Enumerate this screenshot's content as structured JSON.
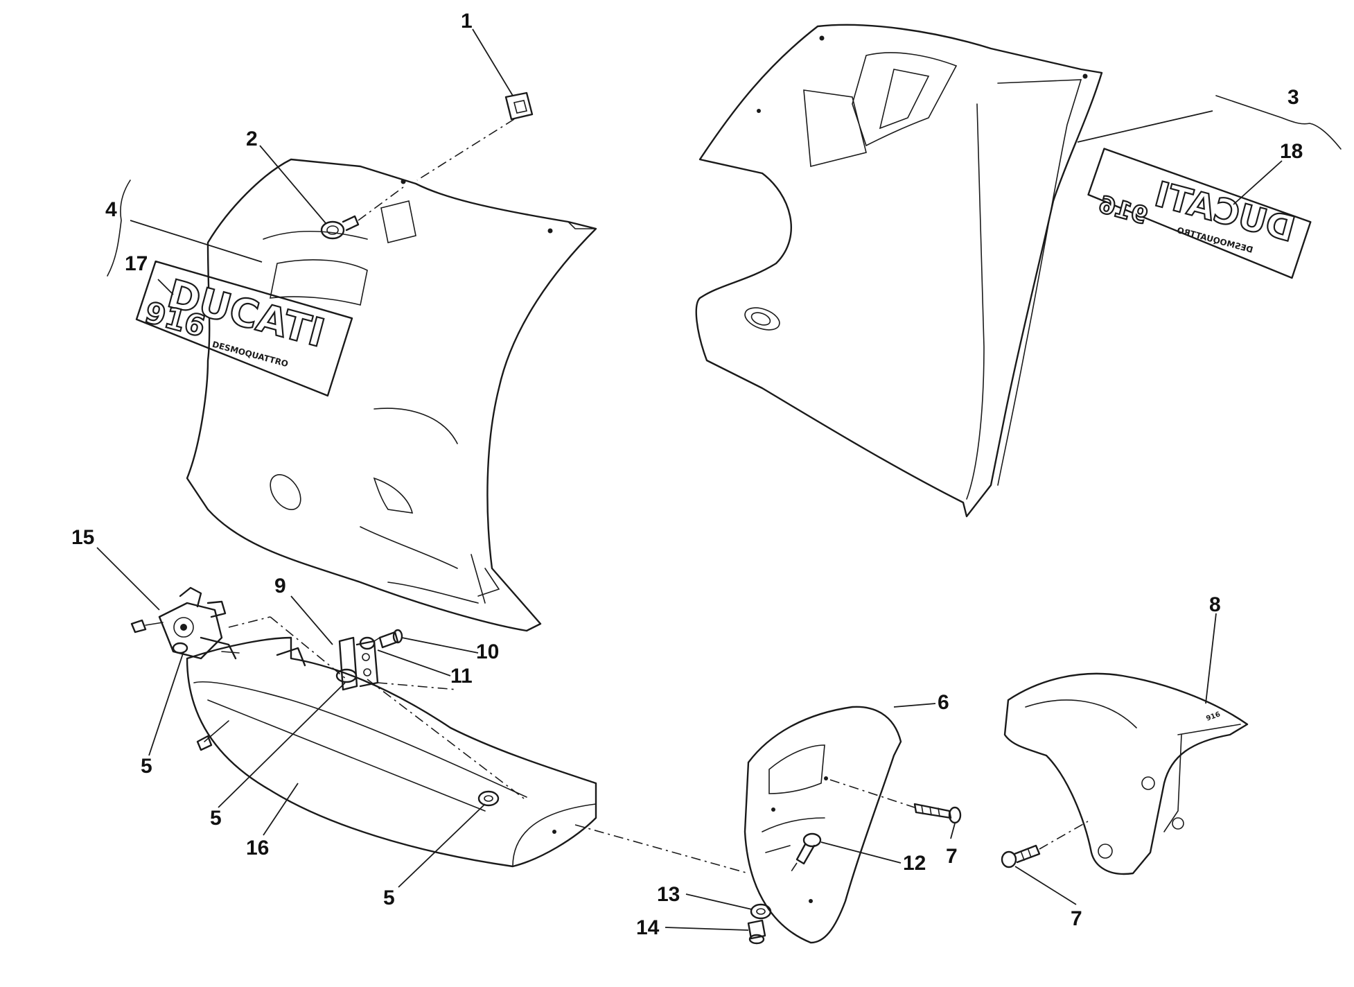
{
  "callouts": {
    "n1": "1",
    "n2": "2",
    "n3": "3",
    "n4": "4",
    "n5": "5",
    "n6": "6",
    "n7": "7",
    "n8": "8",
    "n9": "9",
    "n10": "10",
    "n11": "11",
    "n12": "12",
    "n13": "13",
    "n14": "14",
    "n15": "15",
    "n16": "16",
    "n17": "17",
    "n18": "18"
  },
  "decals": {
    "left_brand": "DUCATI",
    "left_model": "916",
    "left_sub": "DESMOQUATTRO",
    "right_brand": "DUCATI",
    "right_model": "916",
    "right_sub": "DESMOQUATTRO"
  }
}
